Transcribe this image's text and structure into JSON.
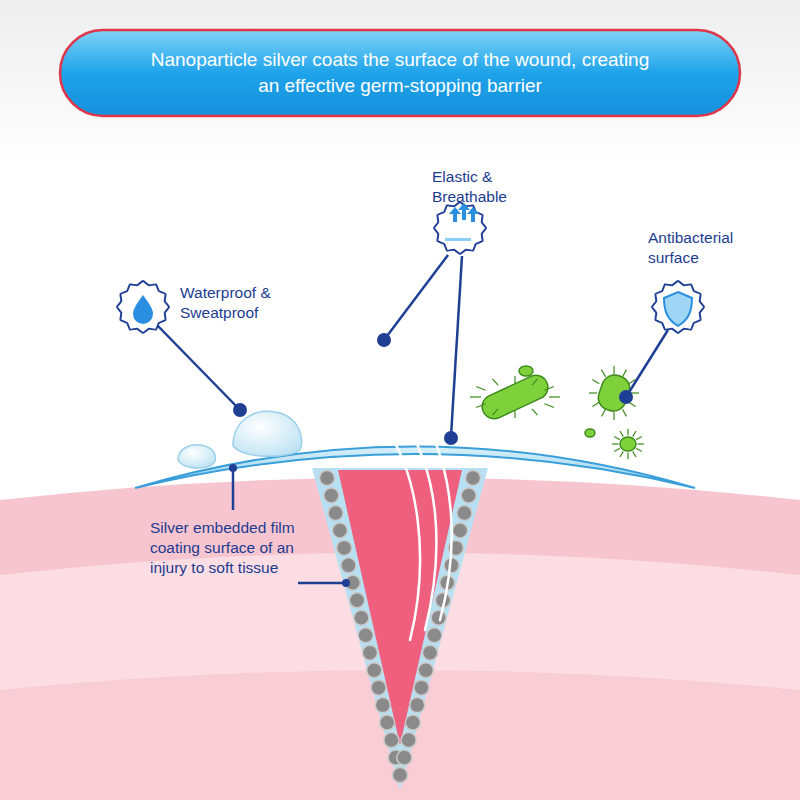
{
  "diagram": {
    "title": "Nanoparticle silver coats the surface of the wound, creating an effective germ-stopping barrier",
    "labels": [
      "Waterproof & Sweatproof",
      "Elastic & Breathable",
      "Antibacterial surface",
      "Silver embedded film coating surface of an injury to soft tissue"
    ]
  }
}
